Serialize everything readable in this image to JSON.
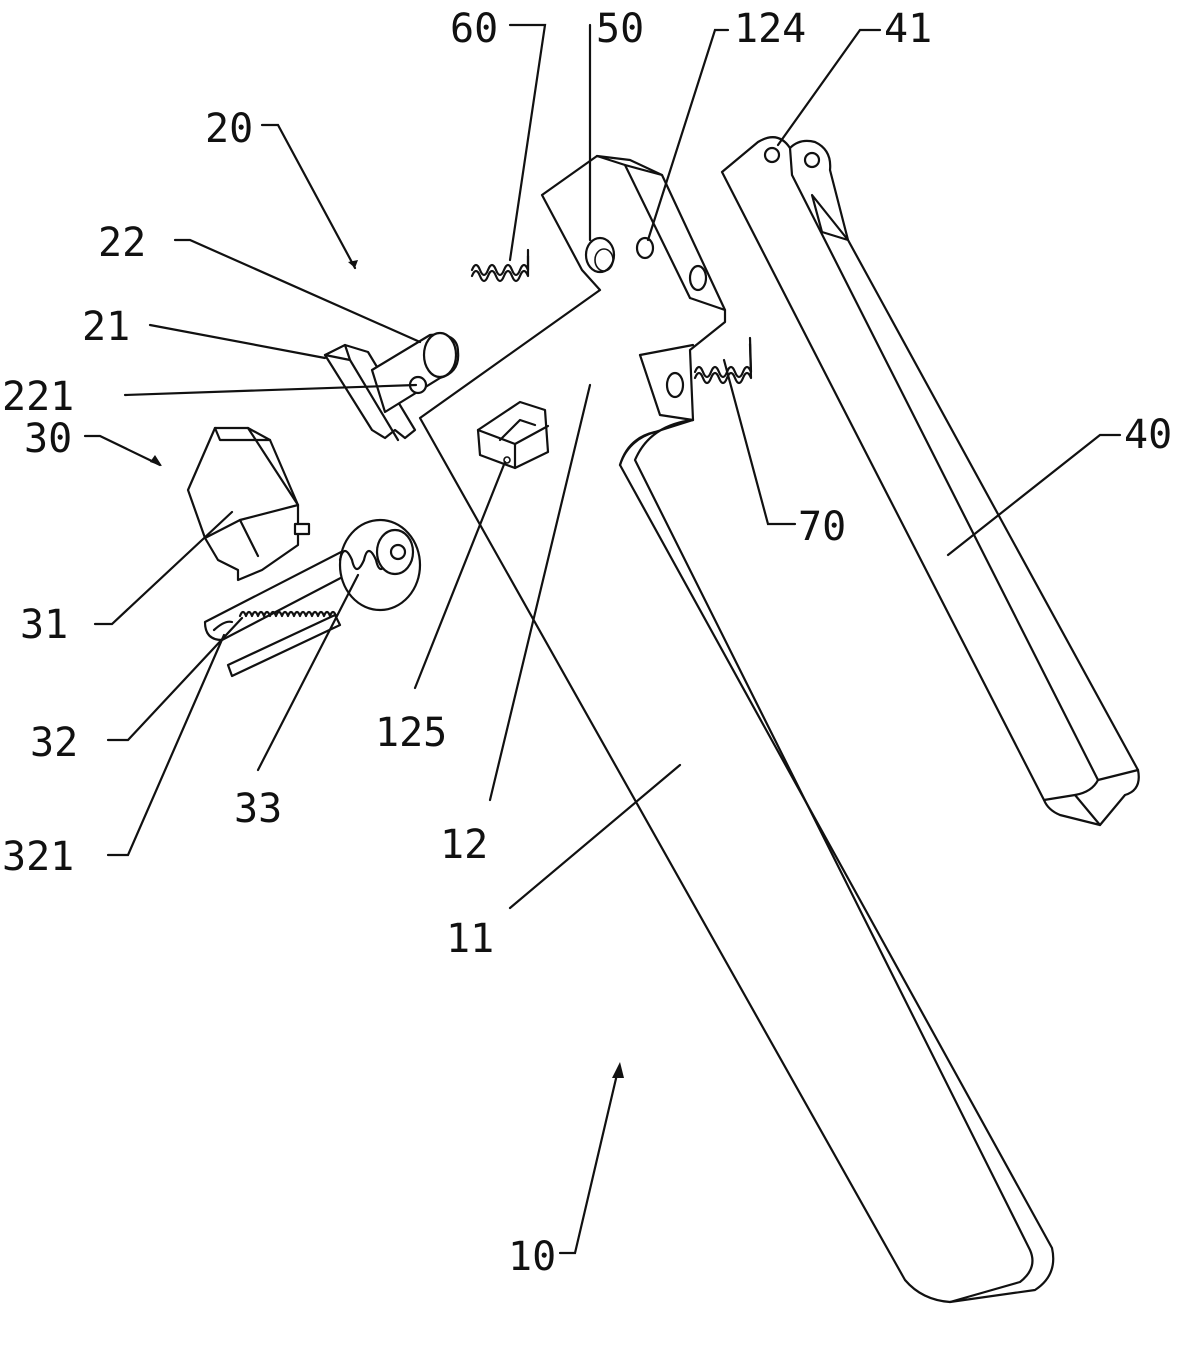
{
  "labels": {
    "l60": "60",
    "l50": "50",
    "l124": "124",
    "l41": "41",
    "l20": "20",
    "l22": "22",
    "l21": "21",
    "l221": "221",
    "l30": "30",
    "l31": "31",
    "l32": "32",
    "l321": "321",
    "l33": "33",
    "l125": "125",
    "l12": "12",
    "l11": "11",
    "l70": "70",
    "l40": "40",
    "l10": "10"
  },
  "colors": {
    "line": "#111111",
    "background": "#ffffff"
  }
}
